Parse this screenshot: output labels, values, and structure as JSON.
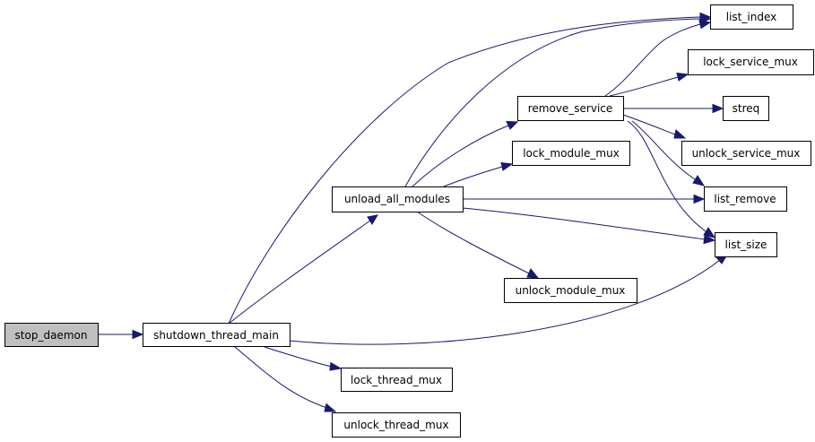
{
  "nodes": {
    "stop_daemon": "stop_daemon",
    "shutdown_thread_main": "shutdown_thread_main",
    "unload_all_modules": "unload_all_modules",
    "lock_thread_mux": "lock_thread_mux",
    "unlock_thread_mux": "unlock_thread_mux",
    "remove_service": "remove_service",
    "lock_module_mux": "lock_module_mux",
    "unlock_module_mux": "unlock_module_mux",
    "list_index": "list_index",
    "lock_service_mux": "lock_service_mux",
    "streq": "streq",
    "unlock_service_mux": "unlock_service_mux",
    "list_remove": "list_remove",
    "list_size": "list_size"
  },
  "colors": {
    "edge": "#191970",
    "root_fill": "#bfbfbf",
    "node_fill": "#ffffff",
    "node_border": "#000000"
  }
}
